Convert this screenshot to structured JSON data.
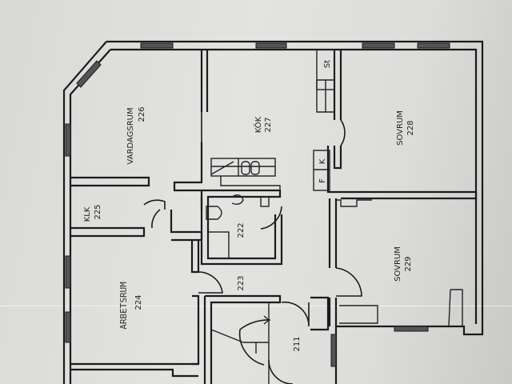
{
  "plan": {
    "orientation": "rotated-90-ccw",
    "rooms": [
      {
        "id": "vardagsrum",
        "name": "VARDAGSRUM",
        "number": "226"
      },
      {
        "id": "kok",
        "name": "KÖK",
        "number": "227"
      },
      {
        "id": "sovrum-228",
        "name": "SOVRUM",
        "number": "228"
      },
      {
        "id": "klk",
        "name": "KLK",
        "number": "225"
      },
      {
        "id": "bad",
        "name": "",
        "number": "222"
      },
      {
        "id": "hall",
        "name": "",
        "number": "223"
      },
      {
        "id": "sovrum-229",
        "name": "SOVRUM",
        "number": "229"
      },
      {
        "id": "arbetsrum",
        "name": "ARBETSRUM",
        "number": "224"
      },
      {
        "id": "trapphus",
        "name": "",
        "number": "211"
      }
    ],
    "fixtures": {
      "stove_label": "St",
      "fridge_label": "K",
      "freezer_label": "F"
    }
  }
}
